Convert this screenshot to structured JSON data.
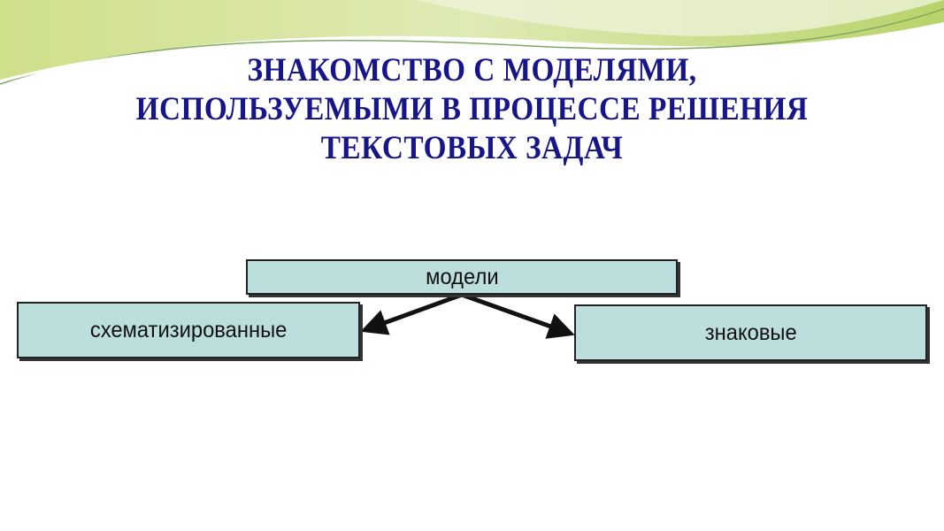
{
  "title": {
    "lines": [
      "ЗНАКОМСТВО С МОДЕЛЯМИ,",
      "ИСПОЛЬЗУЕМЫМИ В ПРОЦЕССЕ РЕШЕНИЯ",
      "ТЕКСТОВЫХ ЗАДАЧ"
    ],
    "color": "#16168a"
  },
  "diagram": {
    "root": "модели",
    "children": [
      "схематизированные",
      "знаковые"
    ],
    "box_fill": "#bcdedd"
  }
}
